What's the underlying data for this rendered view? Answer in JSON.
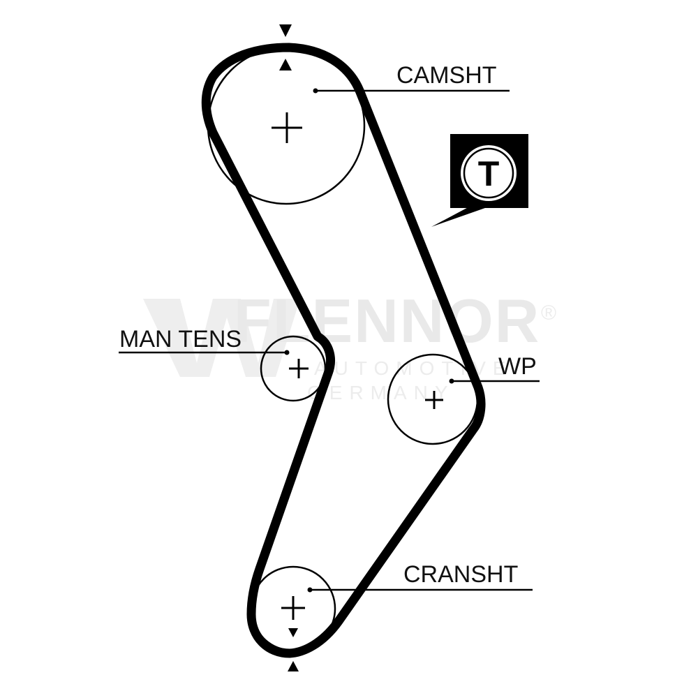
{
  "labels": {
    "camshaft": "CAMSHT",
    "tensioner": "MAN TENS",
    "water_pump": "WP",
    "crankshaft": "CRANSHT"
  },
  "badge": {
    "letter": "T"
  },
  "watermark": {
    "brand": "FLENNOR",
    "registered": "®",
    "line1": "AUTOMOTIVE",
    "line2": "GERMANY"
  },
  "colors": {
    "belt": "#000000",
    "ink": "#111111",
    "watermark": "#e9e9e9",
    "background": "#ffffff"
  }
}
